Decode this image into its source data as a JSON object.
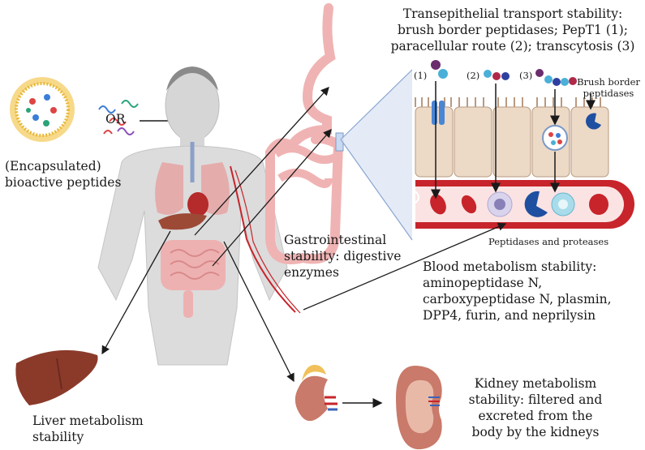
{
  "labels": {
    "or": "OR",
    "encapsulated_line1": "(Encapsulated)",
    "encapsulated_line2": "bioactive peptides",
    "transepithelial_line1": "Transepithelial transport stability:",
    "transepithelial_line2": "brush border peptidases; PepT1 (1);",
    "transepithelial_line3": "paracellular route (2); transcytosis (3)",
    "route1": "(1)",
    "route2": "(2)",
    "route3": "(3)",
    "brush_border_line1": "Brush border",
    "brush_border_line2": "peptidases",
    "peptidases_proteases": "Peptidases and proteases",
    "gi_line1": "Gastrointestinal",
    "gi_line2": "stability: digestive",
    "gi_line3": "enzymes",
    "blood_line1": "Blood metabolism stability:",
    "blood_line2": "aminopeptidase N,",
    "blood_line3": "carboxypeptidase N, plasmin,",
    "blood_line4": "DPP4, furin, and neprilysin",
    "liver_line1": "Liver metabolism",
    "liver_line2": "stability",
    "kidney_line1": "Kidney metabolism",
    "kidney_line2": "stability: filtered and",
    "kidney_line3": "excreted from the",
    "kidney_line4": "body by the kidneys"
  },
  "colors": {
    "skin": "#d9d9d9",
    "intestine": "#f2b8b8",
    "epithelium": "#ecd9c6",
    "blood_vessel": "#c8242b",
    "peptidase": "#1f4fa0",
    "liver": "#8b3a2a",
    "kidney": "#c97a6a",
    "arrow": "#1a1a1a"
  }
}
